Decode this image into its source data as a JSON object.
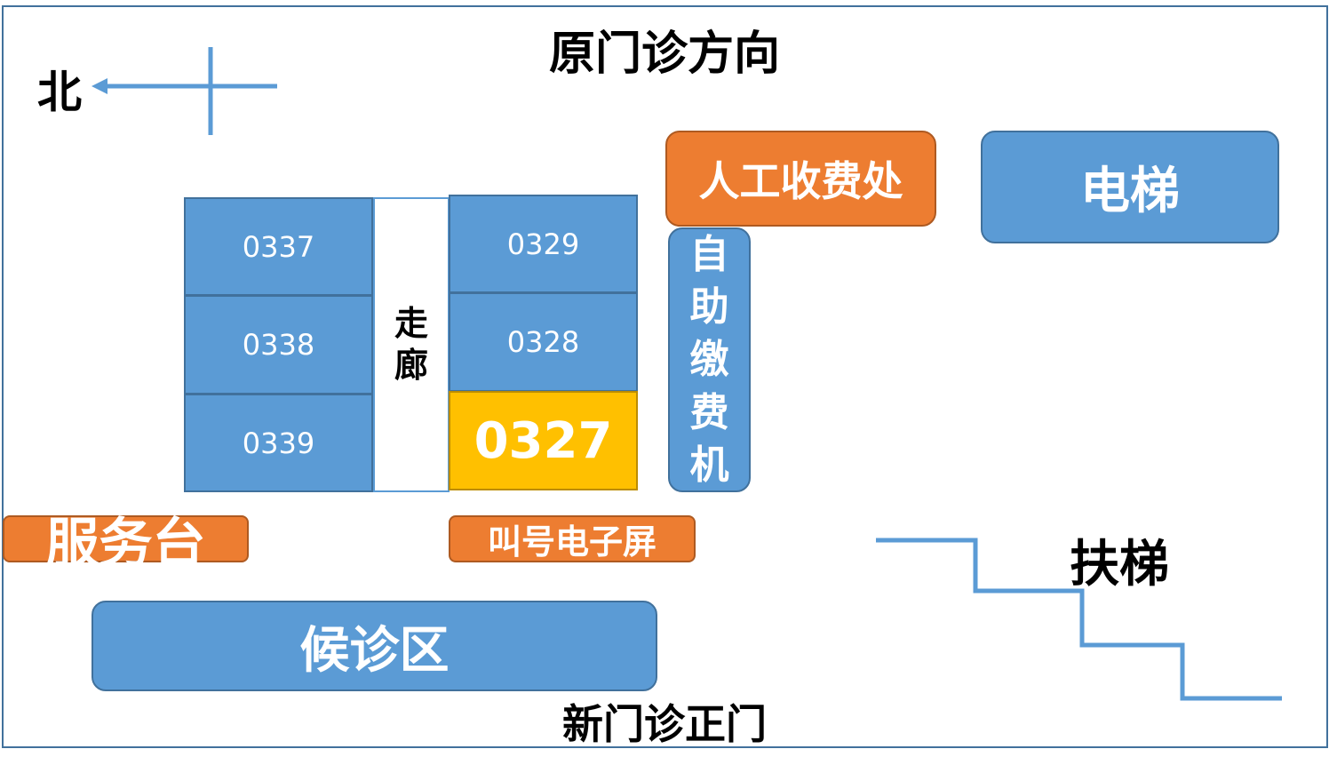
{
  "title": "原门诊方向",
  "compass": {
    "north_label": "北"
  },
  "rooms_left": [
    "0337",
    "0338",
    "0339"
  ],
  "corridor": [
    "走",
    "廊"
  ],
  "rooms_right": [
    "0329",
    "0328"
  ],
  "highlight_room": "0327",
  "cashier": "人工收费处",
  "elevator": "电梯",
  "self_pay_machine": [
    "自",
    "助",
    "缴",
    "费",
    "机"
  ],
  "service_desk": "服务台",
  "call_screen": "叫号电子屏",
  "escalator": "扶梯",
  "waiting_area": "候诊区",
  "new_entrance": "新门诊正门",
  "colors": {
    "blue": "#5b9bd5",
    "orange": "#ed7d31",
    "yellow": "#ffc000",
    "border": "#41719c"
  }
}
